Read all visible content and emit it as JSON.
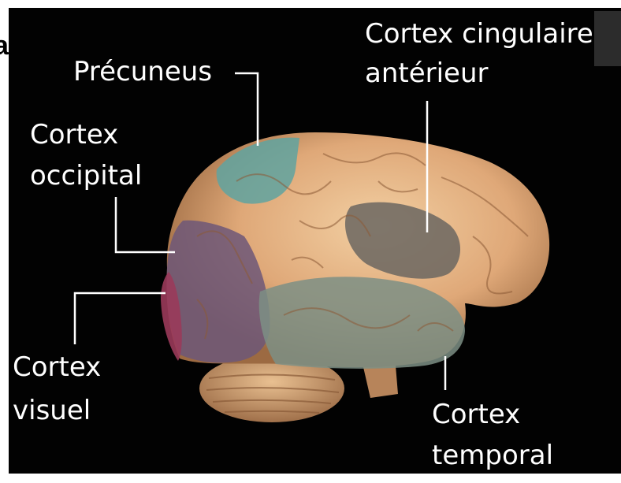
{
  "panel_letter": "a",
  "labels": {
    "precuneus": "Précuneus",
    "cingulate_line1": "Cortex cingulaire",
    "cingulate_line2": "antérieur",
    "occipital_line1": "Cortex",
    "occipital_line2": "occipital",
    "visual_line1": "Cortex",
    "visual_line2": "visuel",
    "temporal_line1": "Cortex",
    "temporal_line2": "temporal"
  },
  "colors": {
    "background": "#020202",
    "brain": "#e3b385",
    "precuneus": "#5fa3a0",
    "anterior_cingulate": "#6b6660",
    "occipital": "#6d5778",
    "visual": "#9a3a5a",
    "temporal": "#7d8f85",
    "text": "#ffffff"
  }
}
